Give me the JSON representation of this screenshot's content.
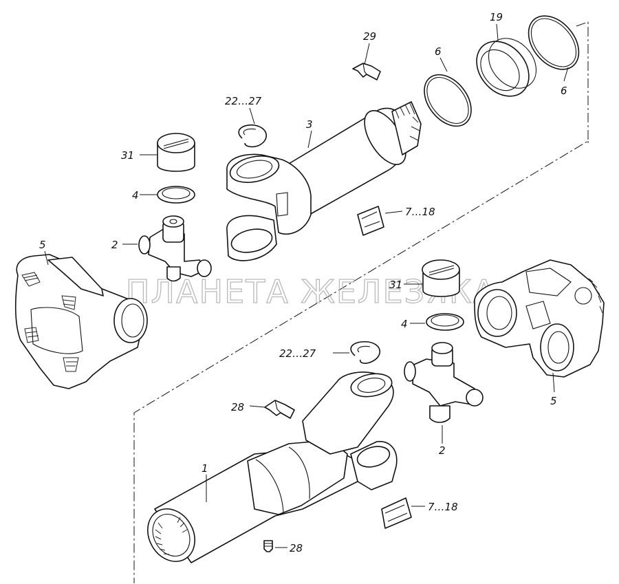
{
  "watermark": "ПЛАНЕТА ЖЕЛЕЗЯКА",
  "callouts": [
    {
      "id": "c-1",
      "text": "1"
    },
    {
      "id": "c-2a",
      "text": "2"
    },
    {
      "id": "c-2b",
      "text": "2"
    },
    {
      "id": "c-3",
      "text": "3"
    },
    {
      "id": "c-4a",
      "text": "4"
    },
    {
      "id": "c-4b",
      "text": "4"
    },
    {
      "id": "c-5a",
      "text": "5"
    },
    {
      "id": "c-5b",
      "text": "5"
    },
    {
      "id": "c-6a",
      "text": "6"
    },
    {
      "id": "c-6b",
      "text": "6"
    },
    {
      "id": "c-7-18a",
      "text": "7…18"
    },
    {
      "id": "c-7-18b",
      "text": "7…18"
    },
    {
      "id": "c-19",
      "text": "19"
    },
    {
      "id": "c-22-27a",
      "text": "22…27"
    },
    {
      "id": "c-22-27b",
      "text": "22…27"
    },
    {
      "id": "c-28a",
      "text": "28"
    },
    {
      "id": "c-28b",
      "text": "28"
    },
    {
      "id": "c-29",
      "text": "29"
    },
    {
      "id": "c-31a",
      "text": "31"
    },
    {
      "id": "c-31b",
      "text": "31"
    }
  ]
}
